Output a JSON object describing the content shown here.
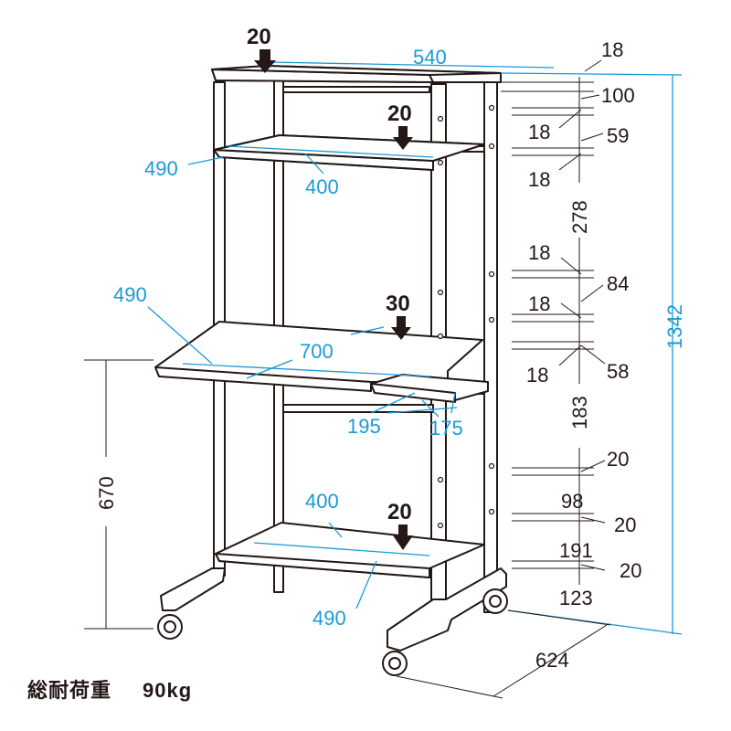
{
  "loads": {
    "top": "20",
    "upper": "20",
    "keyboard": "30",
    "bottom": "20"
  },
  "blue_dims": {
    "top_width": "540",
    "upper_depth": "490",
    "upper_width": "400",
    "keyboard_depth": "490",
    "keyboard_width": "700",
    "keyboard_front": "195",
    "side_shelf": "175",
    "bottom_width": "400",
    "bottom_depth": "490",
    "total_height": "1342"
  },
  "black_dims": {
    "top_thickness": "18",
    "gap_1": "100",
    "shelf_thickness_1": "18",
    "gap_2": "59",
    "shelf_thickness_2": "18",
    "gap_3": "278",
    "shelf_thickness_3": "18",
    "gap_4": "84",
    "shelf_thickness_4": "18",
    "gap_5": "58",
    "shelf_thickness_5": "18",
    "gap_6": "183",
    "gap_7": "20",
    "gap_8": "98",
    "gap_9": "20",
    "gap_10": "191",
    "gap_11": "20",
    "gap_12": "123",
    "keyboard_height": "670",
    "base_depth": "624"
  },
  "footer": {
    "label": "総耐荷重",
    "value": "90kg"
  },
  "colors": {
    "dimension_blue": "#1a9ad6",
    "line_black": "#231815",
    "shelf_fill": "#ffffff"
  }
}
